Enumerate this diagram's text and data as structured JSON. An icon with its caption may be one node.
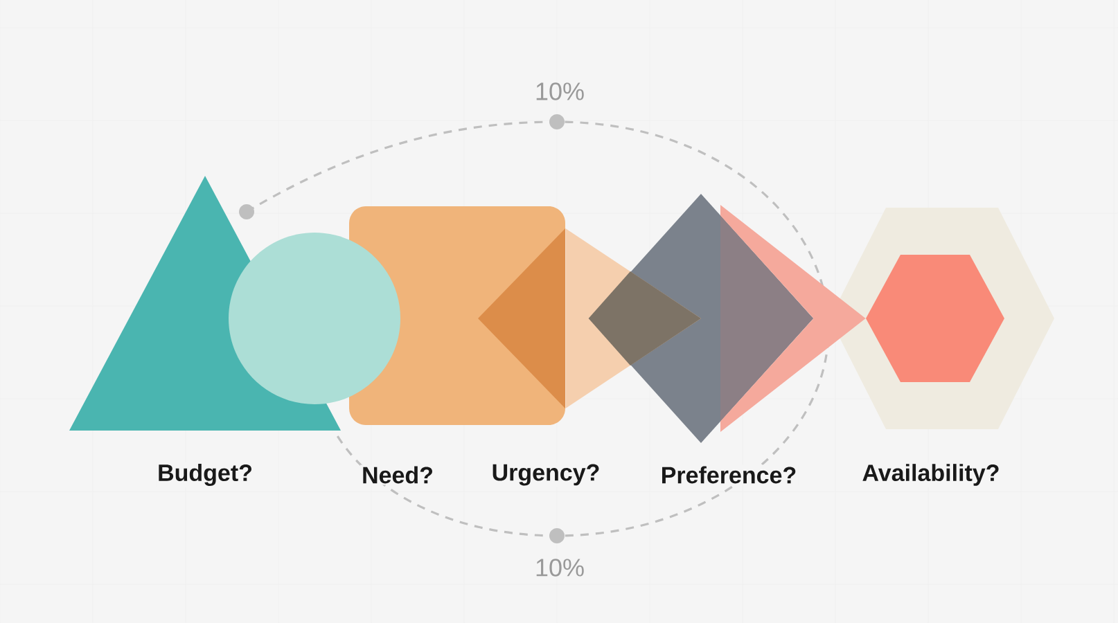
{
  "diagram": {
    "nodes": [
      {
        "text": [
          "Budget?"
        ]
      },
      {
        "text": [
          "Need?"
        ]
      },
      {
        "text": [
          "Urgency?"
        ]
      },
      {
        "text": [
          "Preference?"
        ]
      },
      {
        "text": [
          "Availability?"
        ]
      },
      {
        "text": [],
        "shape": "hexagon",
        "in": 4
      }
    ],
    "edges": [
      {
        "from": 2,
        "to": 3,
        "arrow": "to"
      },
      {
        "from": 3,
        "to": 5,
        "arrow": "to"
      }
    ],
    "labels": [
      "10%",
      "10%"
    ]
  }
}
